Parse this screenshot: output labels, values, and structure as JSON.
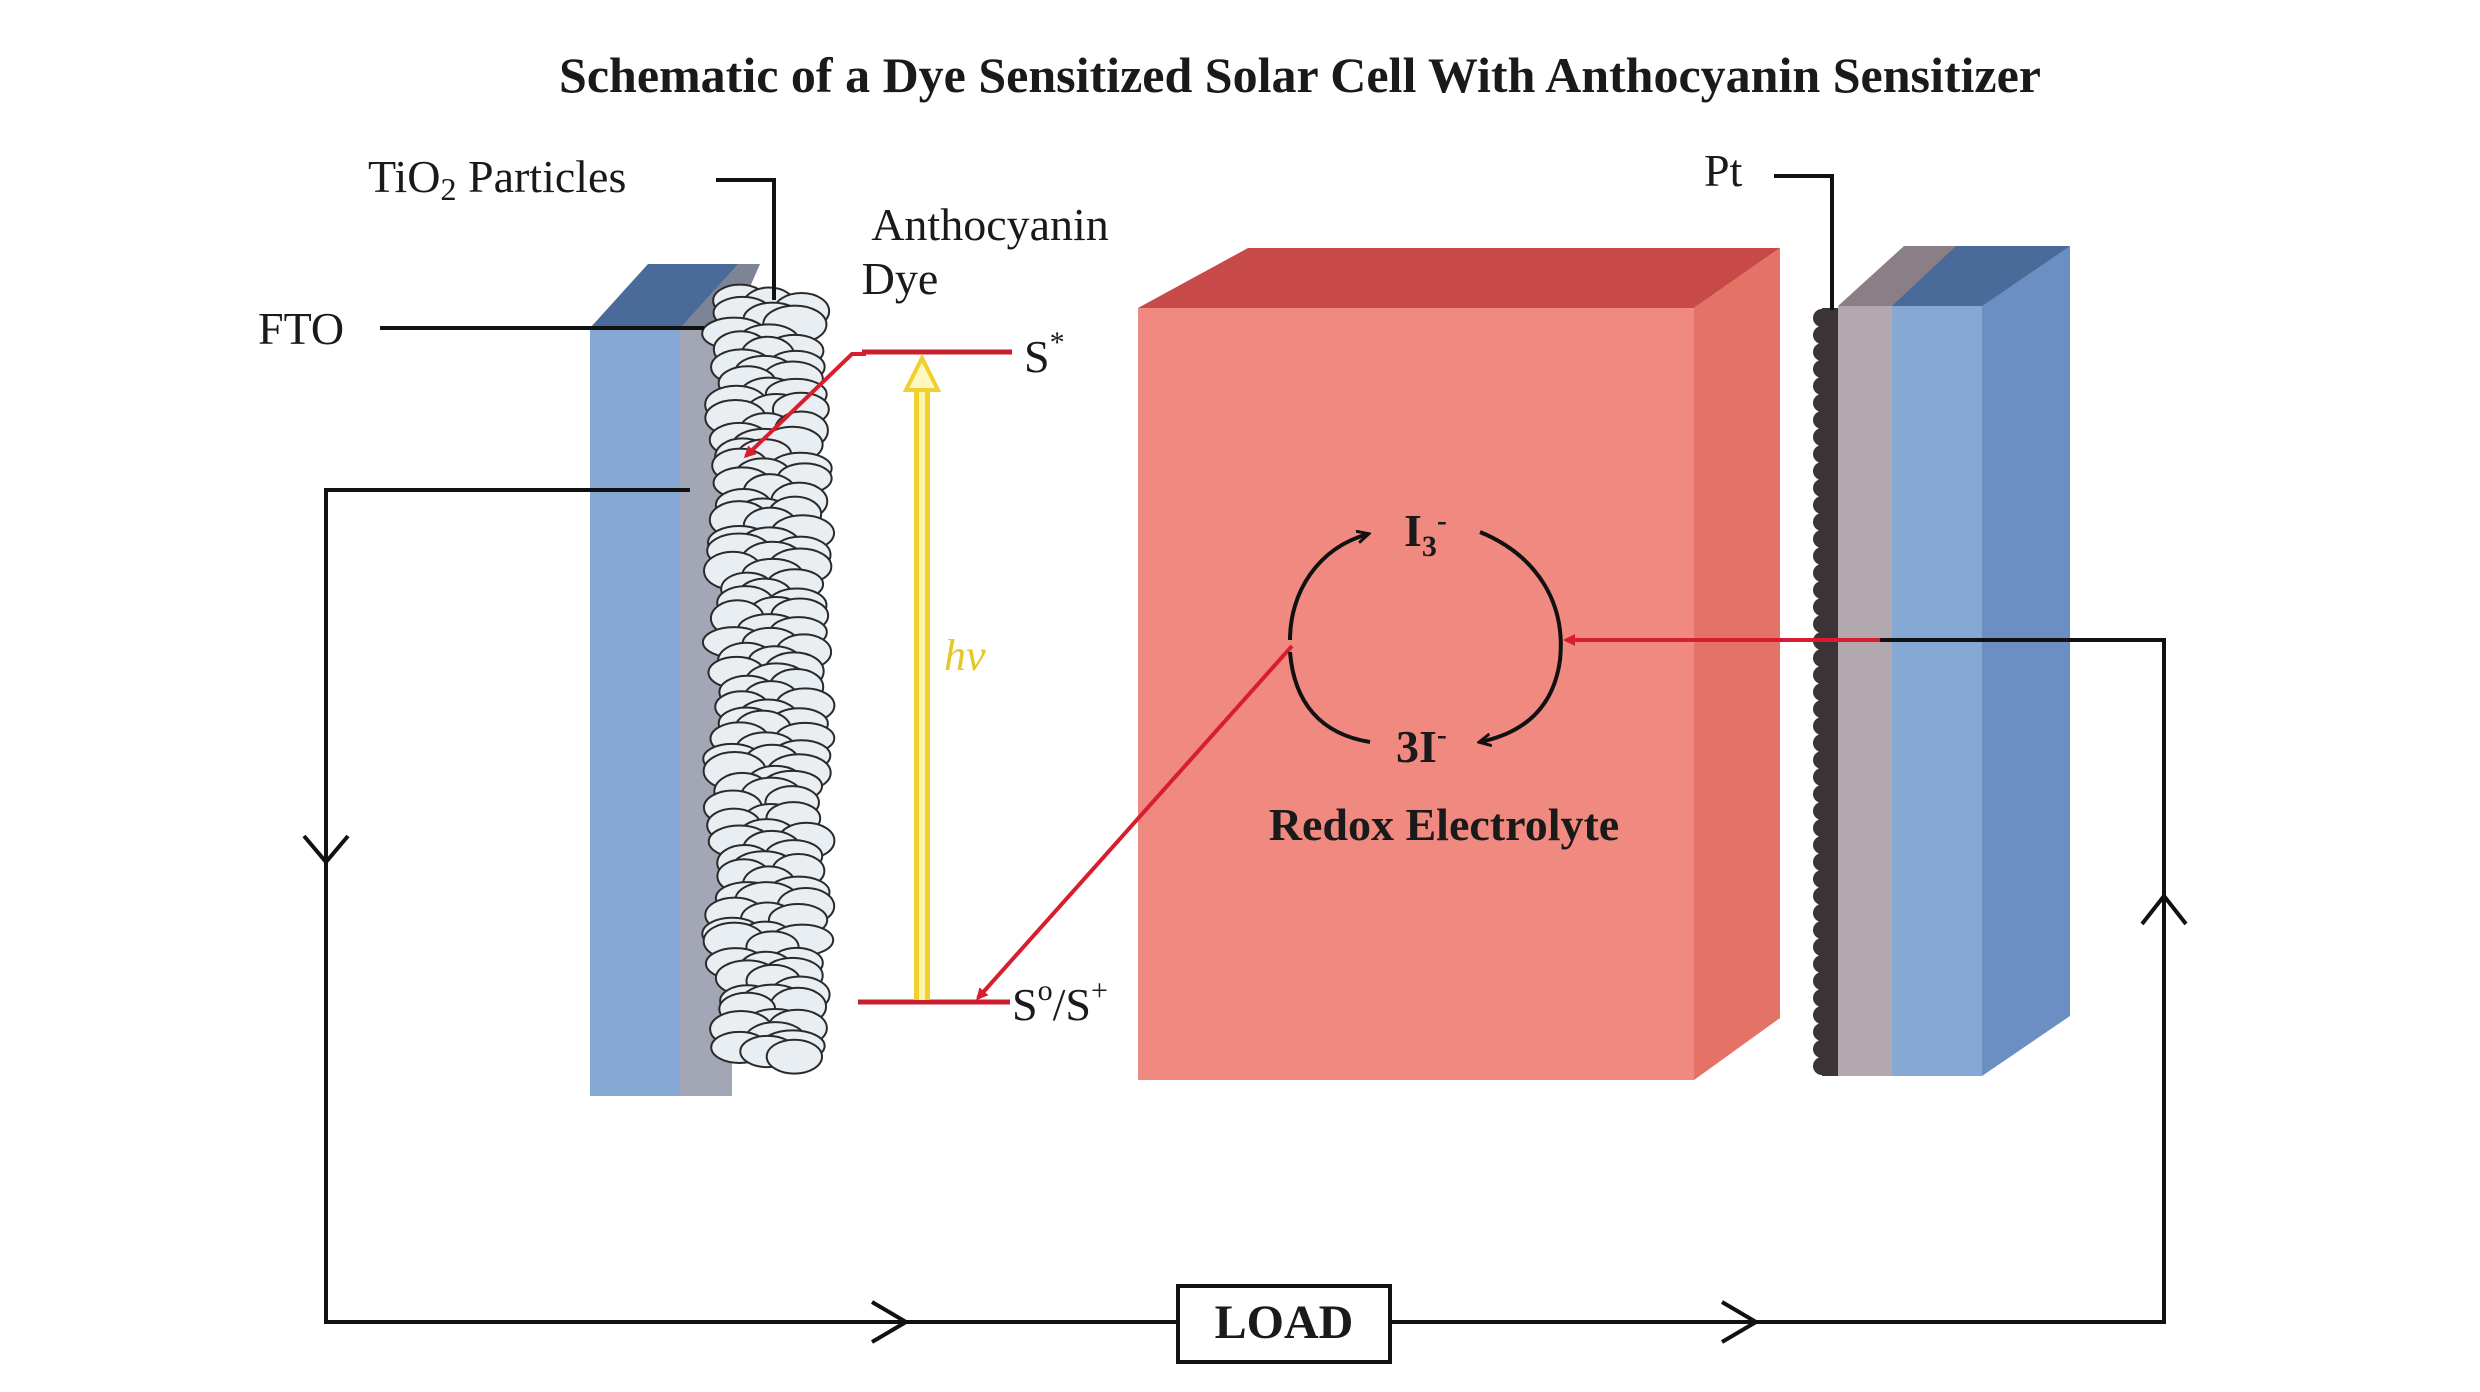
{
  "title": "Schematic of a Dye Sensitized Solar Cell With Anthocyanin Sensitizer",
  "labels": {
    "tio2_prefix": "TiO",
    "tio2_sub": "2",
    "tio2_suffix": " Particles",
    "fto": "FTO",
    "dye_line1": "Anthocyanin",
    "dye_line2": "Dye",
    "s_excited": "S",
    "s_excited_sup": "*",
    "s_ground_a": "S",
    "s_ground_a_sup": "o",
    "s_ground_b": "/S",
    "s_ground_b_sup": "+",
    "hv": "hν",
    "pt": "Pt",
    "i3": "I",
    "i3_sub": "3",
    "i3_sup": "-",
    "i_minus": "3I",
    "i_minus_sup": "-",
    "electrolyte": "Redox Electrolyte",
    "load": "LOAD"
  },
  "colors": {
    "glass_light": "#86a8d4",
    "glass_dark": "#5f84b8",
    "glass_top": "#4a6a9a",
    "fto_layer": "#a3a6b4",
    "electrolyte_front": "#f08a80",
    "electrolyte_top": "#c84a48",
    "electrolyte_side": "#e47266",
    "arrow_red": "#d81e2e",
    "photon_yellow": "#f0cf30",
    "hv_text": "#e6c62a",
    "wire": "#111111",
    "pt_beads": "#3a3436"
  }
}
